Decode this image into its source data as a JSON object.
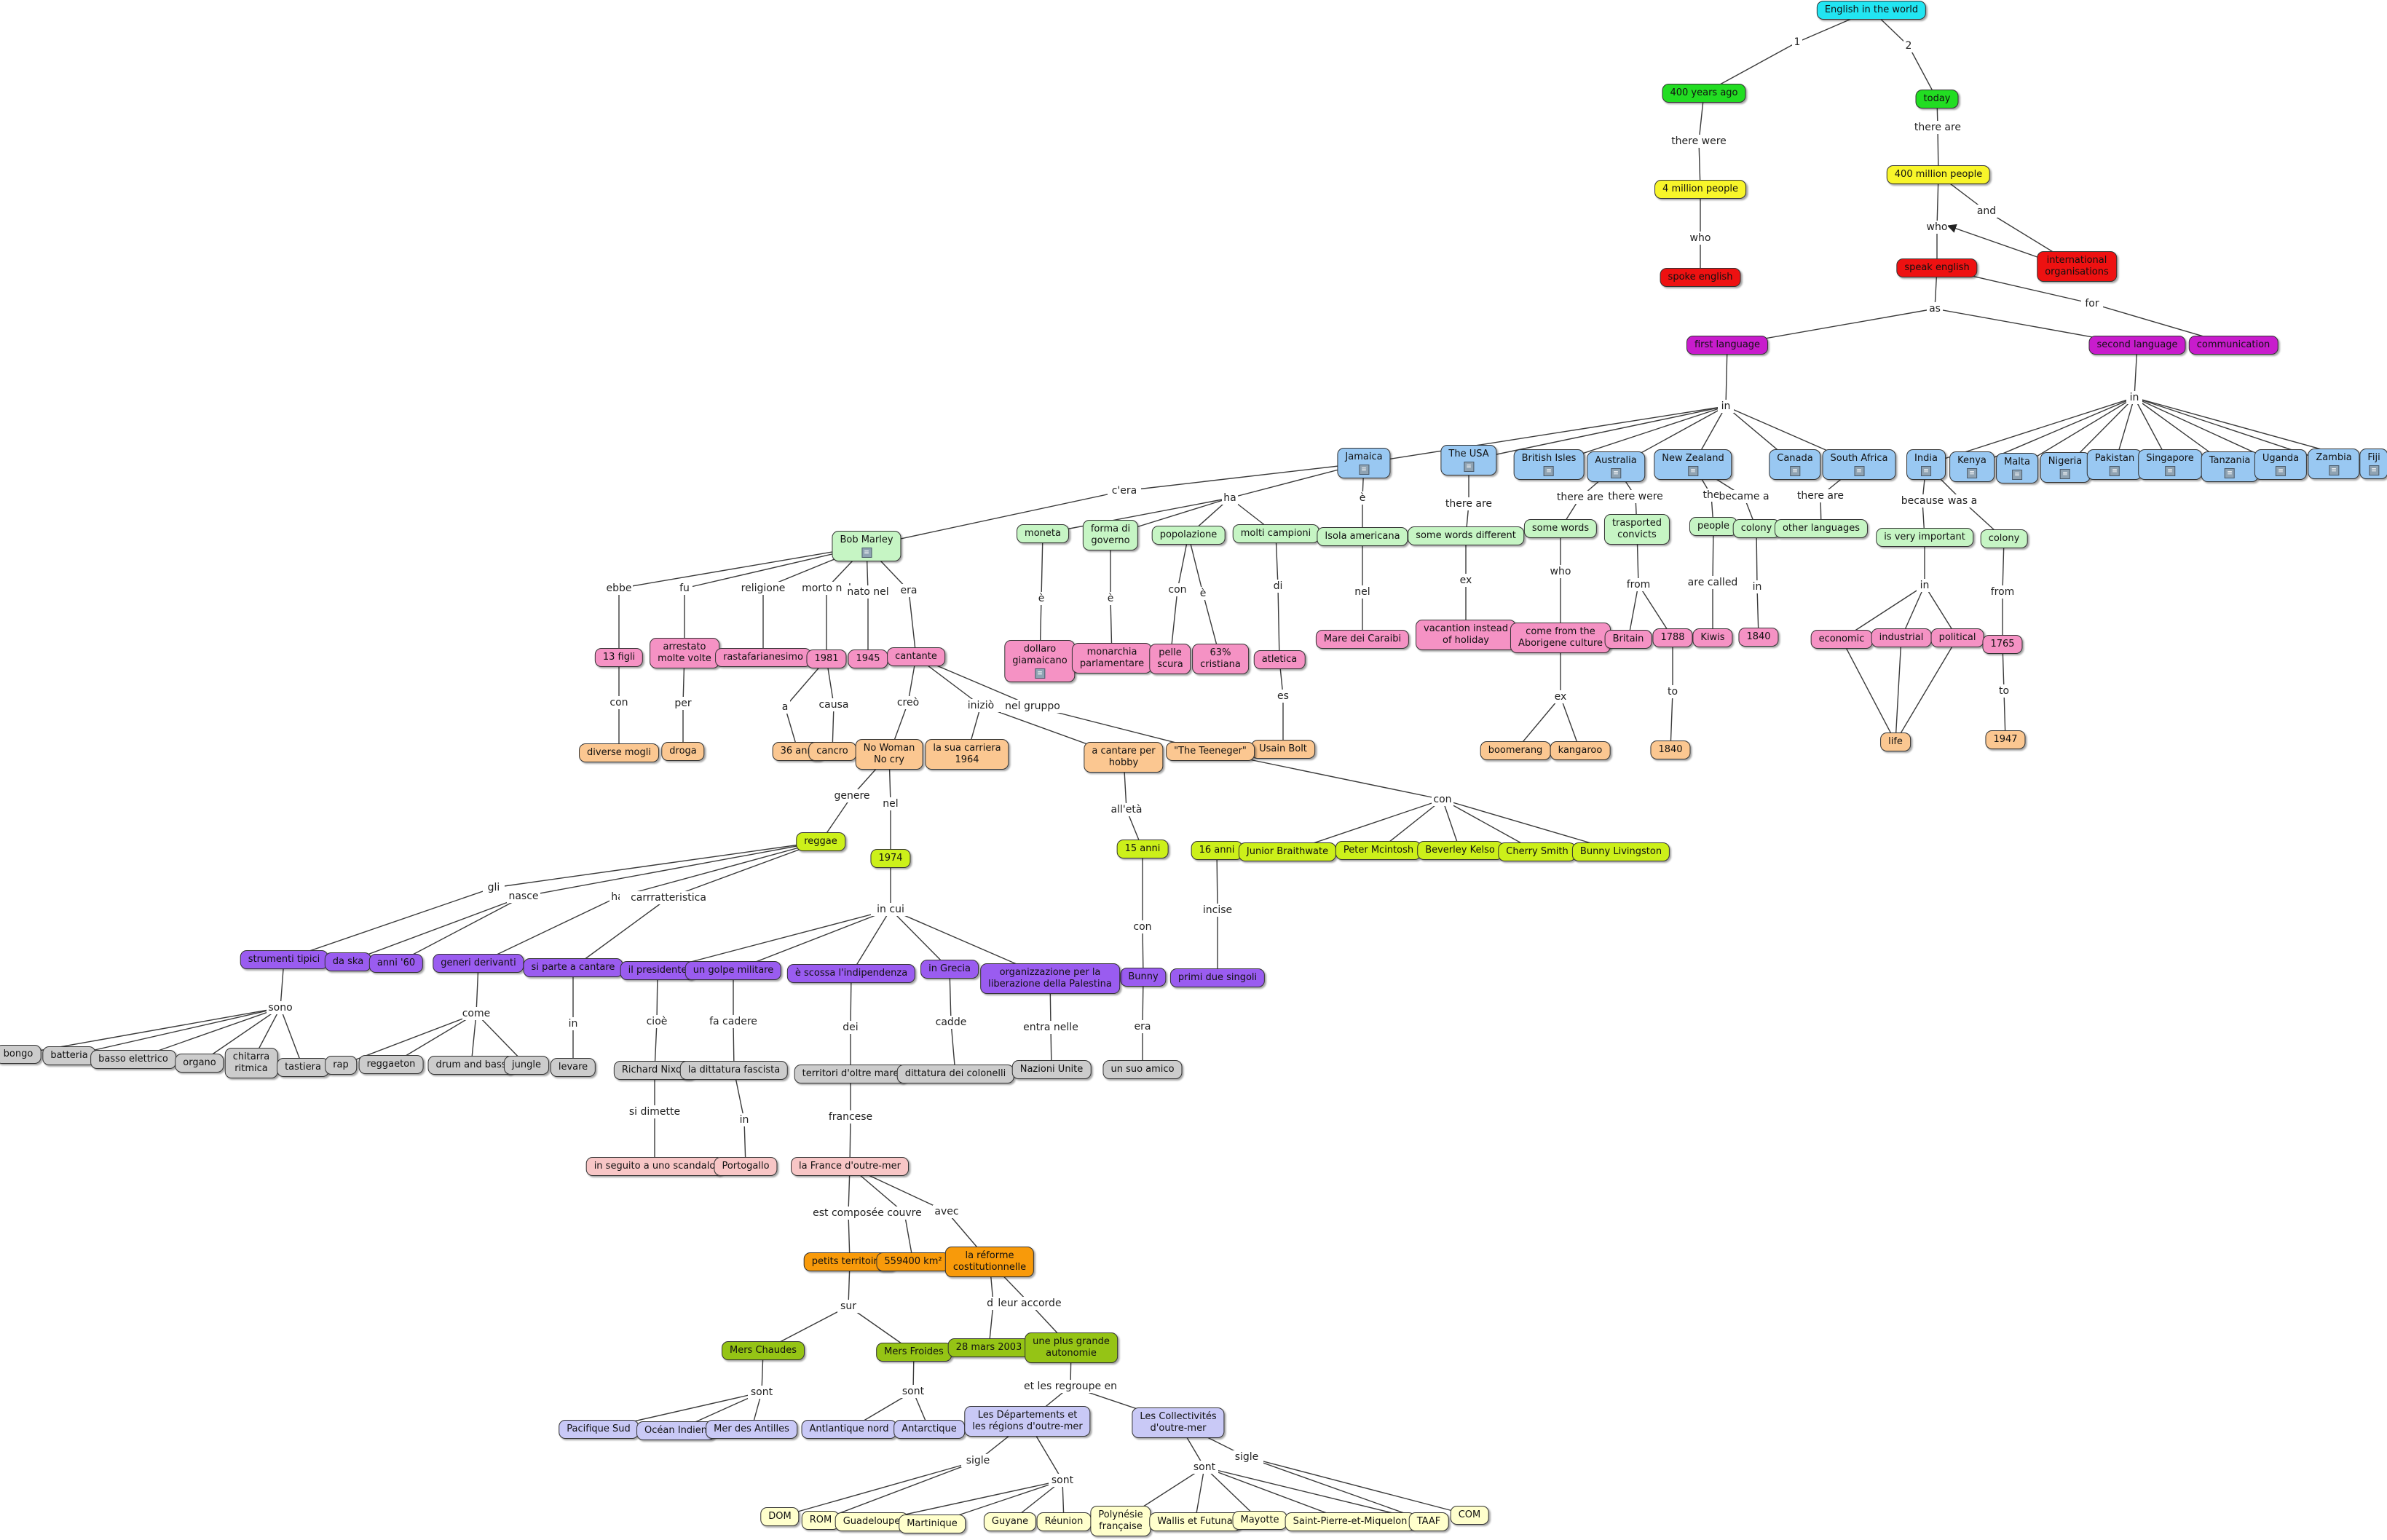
{
  "colors": {
    "cyan": "#22e5f2",
    "green": "#22dd22",
    "yellow": "#f8f52a",
    "red": "#ee1111",
    "magenta": "#c81ccc",
    "blue": "#99c8f2",
    "lgreen": "#c6f5c4",
    "pink": "#f592c4",
    "orange": "#fbc791",
    "lime": "#ccf01a",
    "purple": "#9a5cf0",
    "grey": "#cccccc",
    "lpink": "#f8c6c6",
    "dorange": "#f89a0a",
    "olive": "#95c415",
    "lav": "#c9c9f6",
    "cream": "#ffffcc"
  },
  "nodes": {
    "english_world": "English in the world",
    "years_ago": "400 years ago",
    "today": "today",
    "four_million": "4 million people",
    "four_hundred_million": "400 million people",
    "spoke_english": "spoke english",
    "international_org": "international\norganisations",
    "speak_english": "speak english",
    "first_language": "first language",
    "second_language": "second language",
    "communication": "communication",
    "jamaica": "Jamaica",
    "usa": "The USA",
    "british_isles": "British Isles",
    "australia": "Australia",
    "new_zealand": "New Zealand",
    "canada": "Canada",
    "south_africa": "South Africa",
    "india": "India",
    "kenya": "Kenya",
    "malta": "Malta",
    "nigeria": "Nigeria",
    "pakistan": "Pakistan",
    "singapore": "Singapore",
    "tanzania": "Tanzania",
    "uganda": "Uganda",
    "zambia": "Zambia",
    "fiji": "Fiji",
    "bob_marley": "Bob Marley",
    "moneta": "moneta",
    "forma_governo": "forma di\ngoverno",
    "popolazione": "popolazione",
    "molti_campioni": "molti campioni",
    "isola_americana": "Isola americana",
    "some_words_different": "some words different",
    "some_words": "some words",
    "trasported_convicts": "trasported\nconvicts",
    "people": "people",
    "colony_nz": "colony",
    "other_languages": "other languages",
    "very_important": "is very important",
    "colony_india": "colony",
    "dollaro": "dollaro\ngiamaicano",
    "monarchia": "monarchia\nparlamentare",
    "pelle_scura": "pelle\nscura",
    "cristiana": "63%\ncristiana",
    "atletica": "atletica",
    "mare_caraibi": "Mare dei Caraibi",
    "vacantion": "vacantion instead\nof holiday",
    "aborigene": "come from the\nAborigene culture",
    "britain": "Britain",
    "y1788": "1788",
    "kiwis": "Kiwis",
    "y1840_nz": "1840",
    "economic": "economic",
    "industrial": "industrial",
    "political": "political",
    "y1765": "1765",
    "life": "life",
    "y1947": "1947",
    "usain_bolt": "Usain Bolt",
    "boomerang": "boomerang",
    "kangaroo": "kangaroo",
    "y1840_au": "1840",
    "tredici_figli": "13 figli",
    "arrestato": "arrestato\nmolte volte",
    "rastafarianesimo": "rastafarianesimo",
    "y1981": "1981",
    "y1945": "1945",
    "cantante": "cantante",
    "diverse_mogli": "diverse mogli",
    "droga": "droga",
    "trentasei_anni": "36 anni",
    "cancro": "cancro",
    "no_woman": "No Woman\nNo cry",
    "carriera": "la sua carriera\n1964",
    "cantare_hobby": "a cantare per\nhobby",
    "teeneger": "\"The Teeneger\"",
    "reggae": "reggae",
    "y1974": "1974",
    "quindici_anni": "15 anni",
    "sedici_anni": "16 anni",
    "junior": "Junior Braithwate",
    "peter": "Peter Mcintosh",
    "beverley": "Beverley Kelso",
    "cherry": "Cherry Smith",
    "bunny_livingston": "Bunny Livingston",
    "bunny": "Bunny",
    "primi_singoli": "primi due singoli",
    "suo_amico": "un suo amico",
    "strumenti": "strumenti tipici",
    "da_ska": "da ska",
    "anni60": "anni '60",
    "generi_derivanti": "generi derivanti",
    "si_parte": "si parte a cantare",
    "presidente": "il presidente",
    "golpe": "un golpe militare",
    "indipendenza": "è scossa l'indipendenza",
    "in_grecia": "in Grecia",
    "palestina": "organizzazione per la\nliberazione della Palestina",
    "bongo": "bongo",
    "batteria": "batteria",
    "basso": "basso elettrico",
    "organo": "organo",
    "chitarra": "chitarra\nritmica",
    "tastiera": "tastiera",
    "rap": "rap",
    "reggaeton": "reggaeton",
    "drum_bass": "drum and bass",
    "jungle": "jungle",
    "levare": "levare",
    "nixon": "Richard Nixon",
    "dittatura_fascista": "la dittatura fascista",
    "territori": "territori d'oltre mare",
    "dittatura_colonelli": "dittatura dei colonelli",
    "nazioni_unite": "Nazioni Unite",
    "scandalo": "in seguito a uno scandalo",
    "portogallo": "Portogallo",
    "france_outremer": "la France d'outre-mer",
    "petits_territoires": "petits territoires",
    "km2": "559400 km²",
    "reforme": "la réforme\ncostitutionnelle",
    "mers_chaudes": "Mers Chaudes",
    "mers_froides": "Mers Froides",
    "mars2003": "28 mars 2003",
    "autonomie": "une plus grande\nautonomie",
    "pacifique": "Pacifique Sud",
    "ocean_indien": "Océan Indien",
    "antilles": "Mer des Antilles",
    "antlantique": "Antlantique nord",
    "antarctique": "Antarctique",
    "departements": "Les Départements et\nles régions d'outre-mer",
    "collectivites": "Les Collectivités\nd'outre-mer",
    "dom": "DOM",
    "rom": "ROM",
    "guadeloupe": "Guadeloupe",
    "martinique": "Martinique",
    "guyane": "Guyane",
    "reunion": "Réunion",
    "polynesie": "Polynésie\nfrançaise",
    "wallis": "Wallis et Futuna",
    "mayotte": "Mayotte",
    "saint_pierre": "Saint-Pierre-et-Miquelon",
    "taaf": "TAAF",
    "com": "COM"
  },
  "link_labels": {
    "one": "1",
    "two": "2",
    "there_were": "there were",
    "there_are": "there are",
    "who": "who",
    "and": "and",
    "who2": "who",
    "as": "as",
    "for": "for",
    "in": "in",
    "in2": "in",
    "c_era": "c'era",
    "ha": "ha",
    "e1": "è",
    "e2": "è",
    "e3": "è",
    "con": "con",
    "di": "di",
    "nel": "nel",
    "ex": "ex",
    "there_are2": "there are",
    "there_were2": "there were",
    "the": "the",
    "became_a": "became a",
    "there_are3": "there are",
    "because": "because",
    "was_a": "was a",
    "who3": "who",
    "from": "from",
    "are_called": "are called",
    "in_nz": "in",
    "in_india": "in",
    "from2": "from",
    "es": "es",
    "ex2": "ex",
    "to": "to",
    "to2": "to",
    "ebbe": "ebbe",
    "fu": "fu",
    "religione": "religione",
    "morto_nel": "morto nel",
    "nato_nel": "nato nel",
    "era": "era",
    "con2": "con",
    "per": "per",
    "a": "a",
    "causa": "causa",
    "creo": "creò",
    "inizio": "iniziò",
    "nel_gruppo": "nel gruppo",
    "genere": "genere",
    "nel2": "nel",
    "all_eta": "all'età",
    "con3": "con",
    "con4": "con",
    "incise": "incise",
    "era2": "era",
    "gli": "gli",
    "nasce": "nasce",
    "ha2": "ha",
    "carrratteristica": "carrratteristica",
    "in_cui": "in cui",
    "sono": "sono",
    "come": "come",
    "in3": "in",
    "cioe": "cioè",
    "fa_cadere": "fa cadere",
    "dei": "dei",
    "cadde": "cadde",
    "entra_nelle": "entra nelle",
    "si_dimette": "si dimette",
    "in4": "in",
    "francese": "francese",
    "est_composee": "est composée",
    "couvre": "couvre",
    "avec": "avec",
    "sur": "sur",
    "du": "du",
    "leur_accorde": "leur accorde",
    "sont": "sont",
    "sont2": "sont",
    "et_les_regroupe_en": "et les regroupe en",
    "sigle": "sigle",
    "sont3": "sont",
    "sont4": "sont",
    "sigle2": "sigle"
  },
  "doc_icon": "document-icon"
}
